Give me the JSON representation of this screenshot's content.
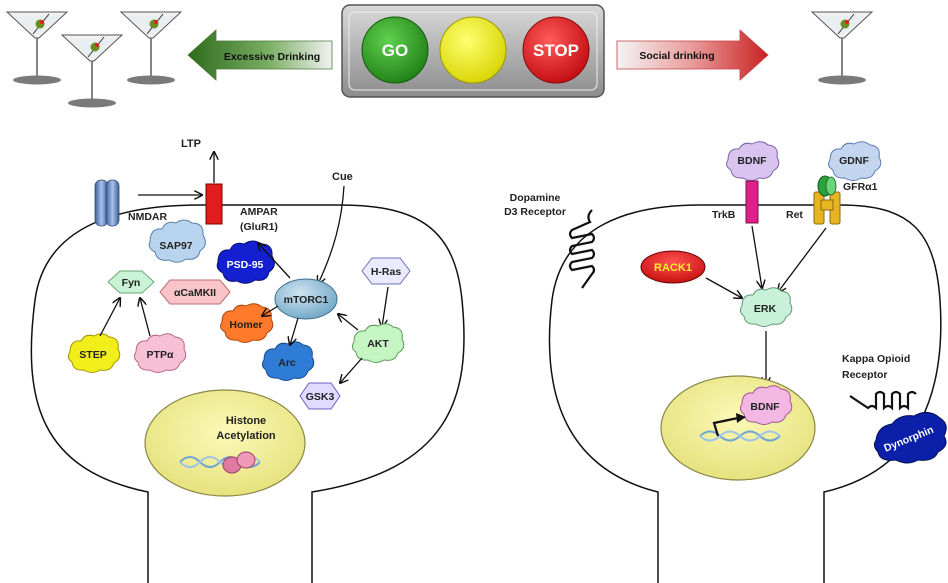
{
  "traffic_light": {
    "go_label": "GO",
    "stop_label": "STOP",
    "colors": {
      "go": "#2e9e22",
      "middle": "#f2f20a",
      "stop": "#e0131a"
    }
  },
  "arrows": {
    "left_label": "Excessive Drinking",
    "right_label": "Social drinking",
    "left_color": "#3d7d2a",
    "right_color": "#d83a3a"
  },
  "icons": [
    "martini-glass-icon",
    "dna-helix-icon",
    "receptor-coil-icon"
  ],
  "left_cell": {
    "ltp": "LTP",
    "nmdar": "NMDAR",
    "ampar_line1": "AMPAR",
    "ampar_line2": "(GluR1)",
    "cue": "Cue",
    "sap97": "SAP97",
    "psd95": "PSD-95",
    "fyn": "Fyn",
    "acamkii": "αCaMKII",
    "mtorc1": "mTORC1",
    "hras": "H-Ras",
    "homer": "Homer",
    "akt": "AKT",
    "arc": "Arc",
    "step": "STEP",
    "ptpa": "PTPα",
    "gsk3": "GSK3",
    "histone_line1": "Histone",
    "histone_line2": "Acetylation"
  },
  "right_cell": {
    "bdnf_top": "BDNF",
    "gdnf": "GDNF",
    "gfra1": "GFRα1",
    "trkb": "TrkB",
    "ret": "Ret",
    "dopamine_line1": "Dopamine",
    "dopamine_line2": "D3 Receptor",
    "rack1": "RACK1",
    "erk": "ERK",
    "kappa_line1": "Kappa Opioid",
    "kappa_line2": "Receptor",
    "bdnf_nucleus": "BDNF",
    "dynorphin": "Dynorphin"
  }
}
